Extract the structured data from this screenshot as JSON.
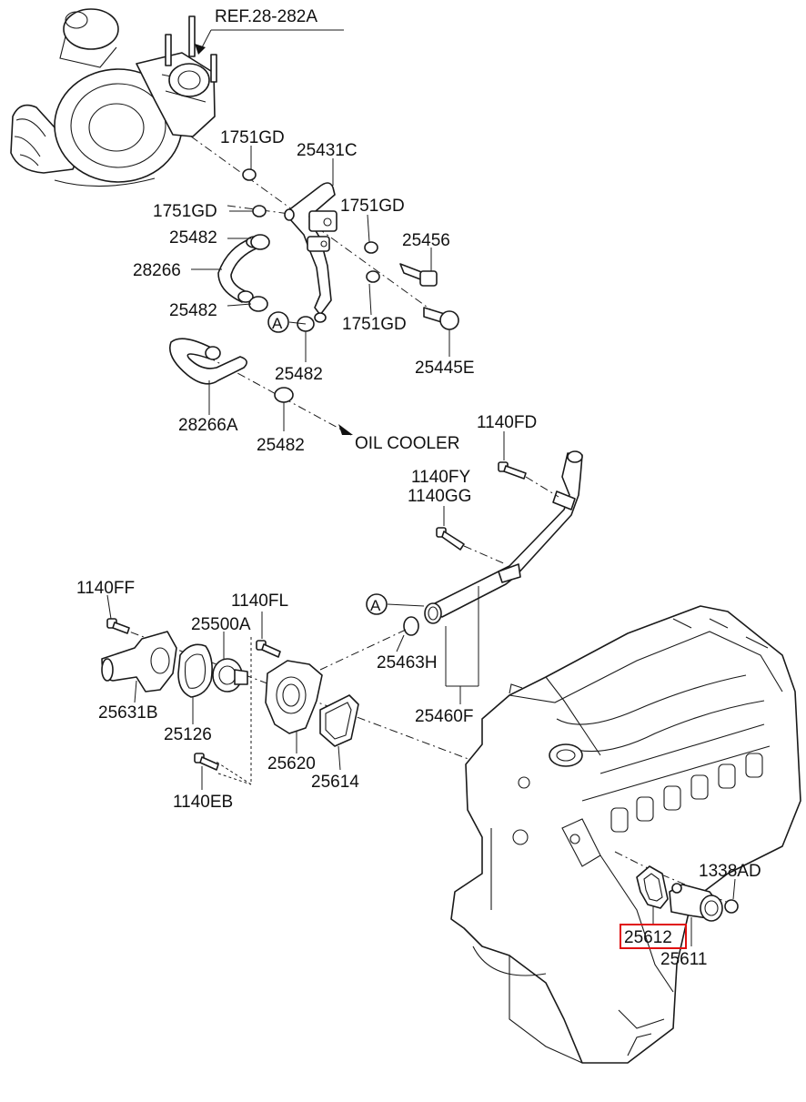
{
  "labels": {
    "ref": "REF.28-282A",
    "p1751gd_a": "1751GD",
    "p25431c": "25431C",
    "p1751gd_b": "1751GD",
    "p1751gd_c": "1751GD",
    "p25482_a": "25482",
    "p25456": "25456",
    "p28266": "28266",
    "p25482_b": "25482",
    "circle_a_top": "A",
    "p1751gd_d": "1751GD",
    "p25482_c": "25482",
    "p25445e": "25445E",
    "p28266a": "28266A",
    "p25482_d": "25482",
    "oil_cooler": "OIL COOLER",
    "p1140fd": "1140FD",
    "p1140fy": "1140FY",
    "p1140gg": "1140GG",
    "p1140ff": "1140FF",
    "p1140fl": "1140FL",
    "p25500a": "25500A",
    "circle_a_mid": "A",
    "p25463h": "25463H",
    "p25631b": "25631B",
    "p25126": "25126",
    "p25460f": "25460F",
    "p25620": "25620",
    "p25614": "25614",
    "p1140eb": "1140EB",
    "p1338ad": "1338AD",
    "p25612": "25612",
    "p25611": "25611"
  },
  "highlight": {
    "part": "25612",
    "color": "#e01010"
  }
}
